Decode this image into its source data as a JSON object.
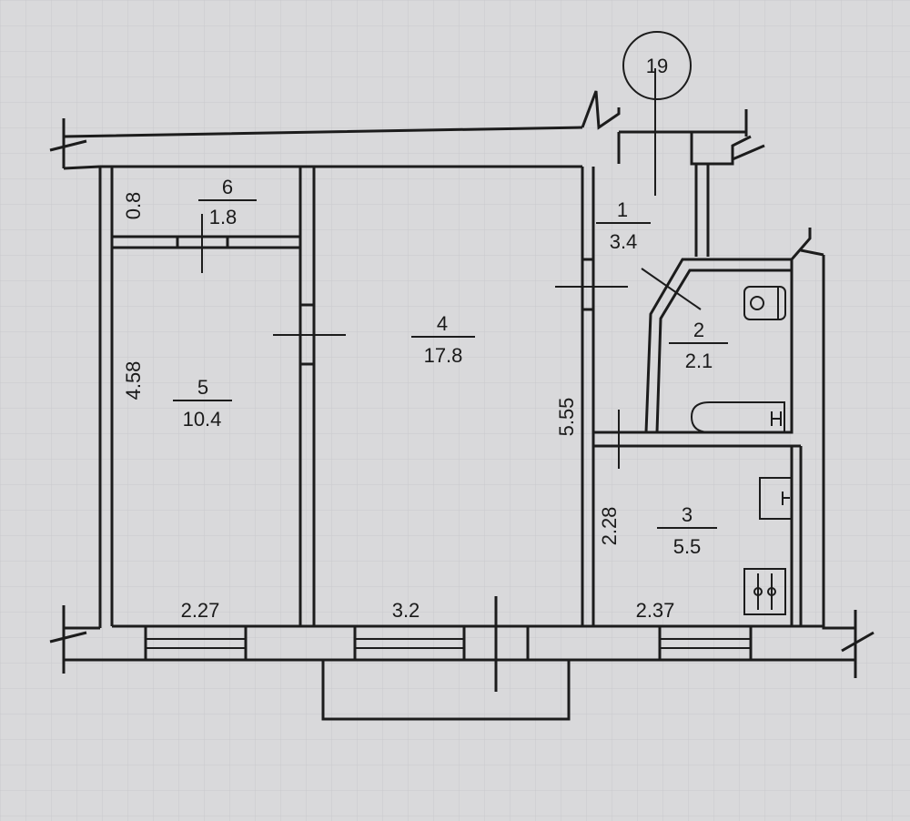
{
  "axis_marker": "19",
  "rooms": [
    {
      "number": "6",
      "area": "1.8"
    },
    {
      "number": "5",
      "area": "10.4"
    },
    {
      "number": "4",
      "area": "17.8"
    },
    {
      "number": "1",
      "area": "3.4"
    },
    {
      "number": "2",
      "area": "2.1"
    },
    {
      "number": "3",
      "area": "5.5"
    }
  ],
  "dimensions": {
    "room6_width": "0.8",
    "room5_length": "4.58",
    "room4_length": "5.55",
    "room3_length": "2.28",
    "room5_width": "2.27",
    "room4_width": "3.2",
    "room3_width": "2.37"
  }
}
